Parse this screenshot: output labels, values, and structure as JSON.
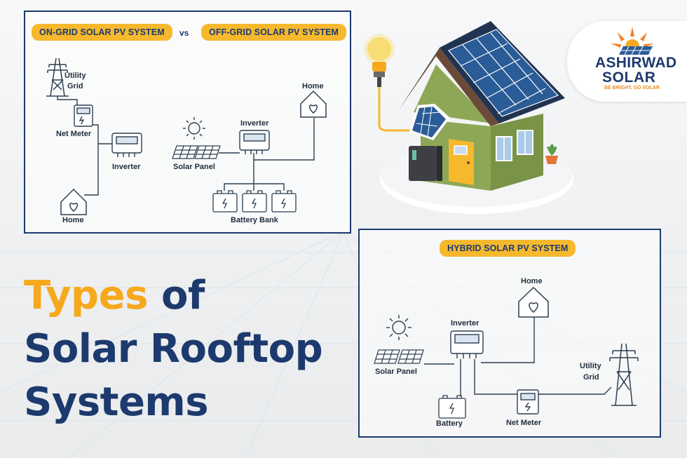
{
  "header": {
    "on_grid_title": "ON-GRID SOLAR PV SYSTEM",
    "vs": "vs",
    "off_grid_title": "OFF-GRID SOLAR PV SYSTEM",
    "hybrid_title": "HYBRID SOLAR PV SYSTEM"
  },
  "on_grid": {
    "utility_grid_line1": "Utility",
    "utility_grid_line2": "Grid",
    "net_meter": "Net Meter",
    "inverter": "Inverter",
    "home": "Home"
  },
  "off_grid": {
    "solar_panel": "Solar Panel",
    "inverter": "Inverter",
    "home": "Home",
    "battery_bank": "Battery Bank"
  },
  "hybrid": {
    "home": "Home",
    "inverter": "Inverter",
    "solar_panel": "Solar Panel",
    "utility_grid_line1": "Utility",
    "utility_grid_line2": "Grid",
    "battery": "Battery",
    "net_meter": "Net Meter"
  },
  "headline": {
    "highlight": "Types",
    "rest_line1": " of",
    "line2": "Solar Rooftop",
    "line3": "Systems"
  },
  "logo": {
    "name_line1": "ASHIRWAD",
    "name_line2": "SOLAR",
    "tagline": "BE BRIGHT, GO SOLAR"
  },
  "colors": {
    "navy": "#1d3a6e",
    "accent_orange": "#f6b82d"
  }
}
